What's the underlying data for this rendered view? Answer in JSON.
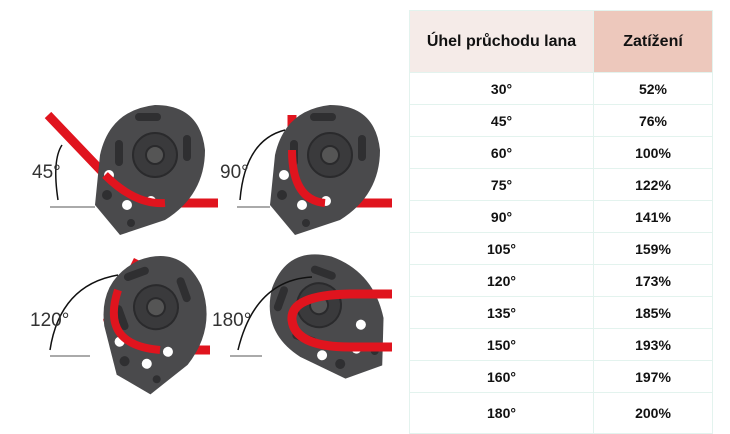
{
  "illustration": {
    "angles": [
      "45°",
      "90°",
      "120°",
      "180°"
    ],
    "colors": {
      "pulley": "#4a4a4c",
      "pulley_dark": "#2f2f31",
      "rope": "#e0141e"
    }
  },
  "table": {
    "headers": [
      "Úhel průchodu lana",
      "Zatížení"
    ],
    "rows": [
      [
        "30°",
        "52%"
      ],
      [
        "45°",
        "76%"
      ],
      [
        "60°",
        "100%"
      ],
      [
        "75°",
        "122%"
      ],
      [
        "90°",
        "141%"
      ],
      [
        "105°",
        "159%"
      ],
      [
        "120°",
        "173%"
      ],
      [
        "135°",
        "185%"
      ],
      [
        "150°",
        "193%"
      ],
      [
        "160°",
        "197%"
      ],
      [
        "180°",
        "200%"
      ]
    ]
  }
}
